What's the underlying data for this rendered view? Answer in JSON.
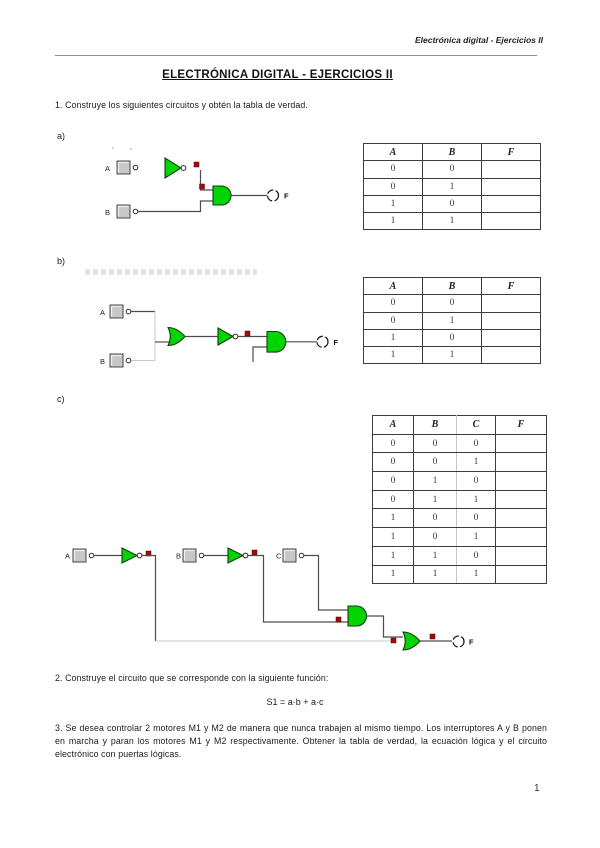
{
  "header": {
    "running_title": "Electrónica digital - Ejercicios II"
  },
  "title": "ELECTRÓNICA DIGITAL - EJERCICIOS II",
  "exercises": {
    "e1": {
      "prompt": "1. Construye los siguientes circuitos y obtén la tabla de verdad.",
      "item_a_label": "a)",
      "item_b_label": "b)",
      "item_c_label": "c)"
    },
    "e2": {
      "prompt": "2. Construye el circuito que se corresponde con la siguiente función:",
      "formula": "S1 = a·b + a·c"
    },
    "e3": {
      "prompt": "3. Se desea controlar 2 motores M1 y M2 de manera que nunca trabajen al mismo tiempo. Los interruptores A y B ponen en marcha y paran los motores M1 y M2 respectivamente. Obtener la tabla de verdad, la ecuación lógica y el circuito electrónico con puertas lógicas."
    }
  },
  "tables": {
    "table_a": {
      "headers": [
        "A",
        "B",
        "F"
      ],
      "rows": [
        [
          "0",
          "0",
          ""
        ],
        [
          "0",
          "1",
          ""
        ],
        [
          "1",
          "0",
          ""
        ],
        [
          "1",
          "1",
          ""
        ]
      ]
    },
    "table_b": {
      "headers": [
        "A",
        "B",
        "F"
      ],
      "rows": [
        [
          "0",
          "0",
          ""
        ],
        [
          "0",
          "1",
          ""
        ],
        [
          "1",
          "0",
          ""
        ],
        [
          "1",
          "1",
          ""
        ]
      ]
    },
    "table_c": {
      "headers": [
        "A",
        "B",
        "C",
        "F"
      ],
      "rows": [
        [
          "0",
          "0",
          "0",
          ""
        ],
        [
          "0",
          "0",
          "1",
          ""
        ],
        [
          "0",
          "1",
          "0",
          ""
        ],
        [
          "0",
          "1",
          "1",
          ""
        ],
        [
          "1",
          "0",
          "0",
          ""
        ],
        [
          "1",
          "0",
          "1",
          ""
        ],
        [
          "1",
          "1",
          "0",
          ""
        ],
        [
          "1",
          "1",
          "1",
          ""
        ]
      ]
    }
  },
  "circuits": {
    "a": {
      "inputs": [
        "A",
        "B"
      ],
      "output_label": "F",
      "gates": [
        "NOT",
        "AND"
      ]
    },
    "b": {
      "inputs": [
        "A",
        "B"
      ],
      "output_label": "F",
      "gates": [
        "OR",
        "NOT",
        "AND"
      ]
    },
    "c": {
      "inputs": [
        "A",
        "B",
        "C"
      ],
      "output_label": "F",
      "gates": [
        "NOT",
        "NOT",
        "AND",
        "OR"
      ]
    }
  },
  "footer": {
    "page_number": "1"
  },
  "colors": {
    "gate_fill": "#00d500",
    "probe": "#9e0b0b",
    "wire": "#4d4d4d"
  }
}
